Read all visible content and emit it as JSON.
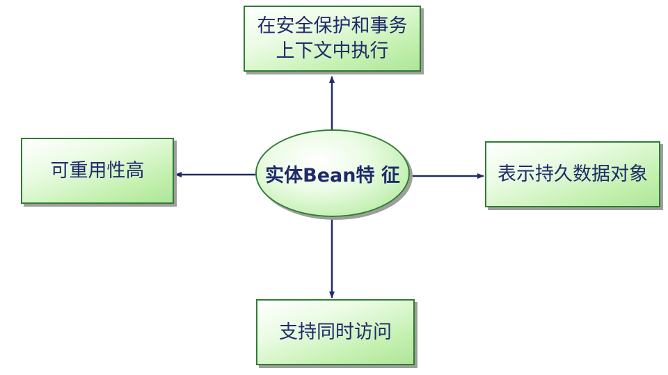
{
  "center": {
    "label": "实体Bean特 征"
  },
  "features": {
    "top": "在安全保护和事务\n上下文中执行",
    "left": "可重用性高",
    "right": "表示持久数据对象",
    "bottom": "支持同时访问"
  },
  "colors": {
    "box_border": "#2e7d32",
    "box_fill": "#c3f0ae",
    "text": "#1f2a6b",
    "arrow": "#1f2a6b",
    "shadow": "#9e9e9e"
  }
}
